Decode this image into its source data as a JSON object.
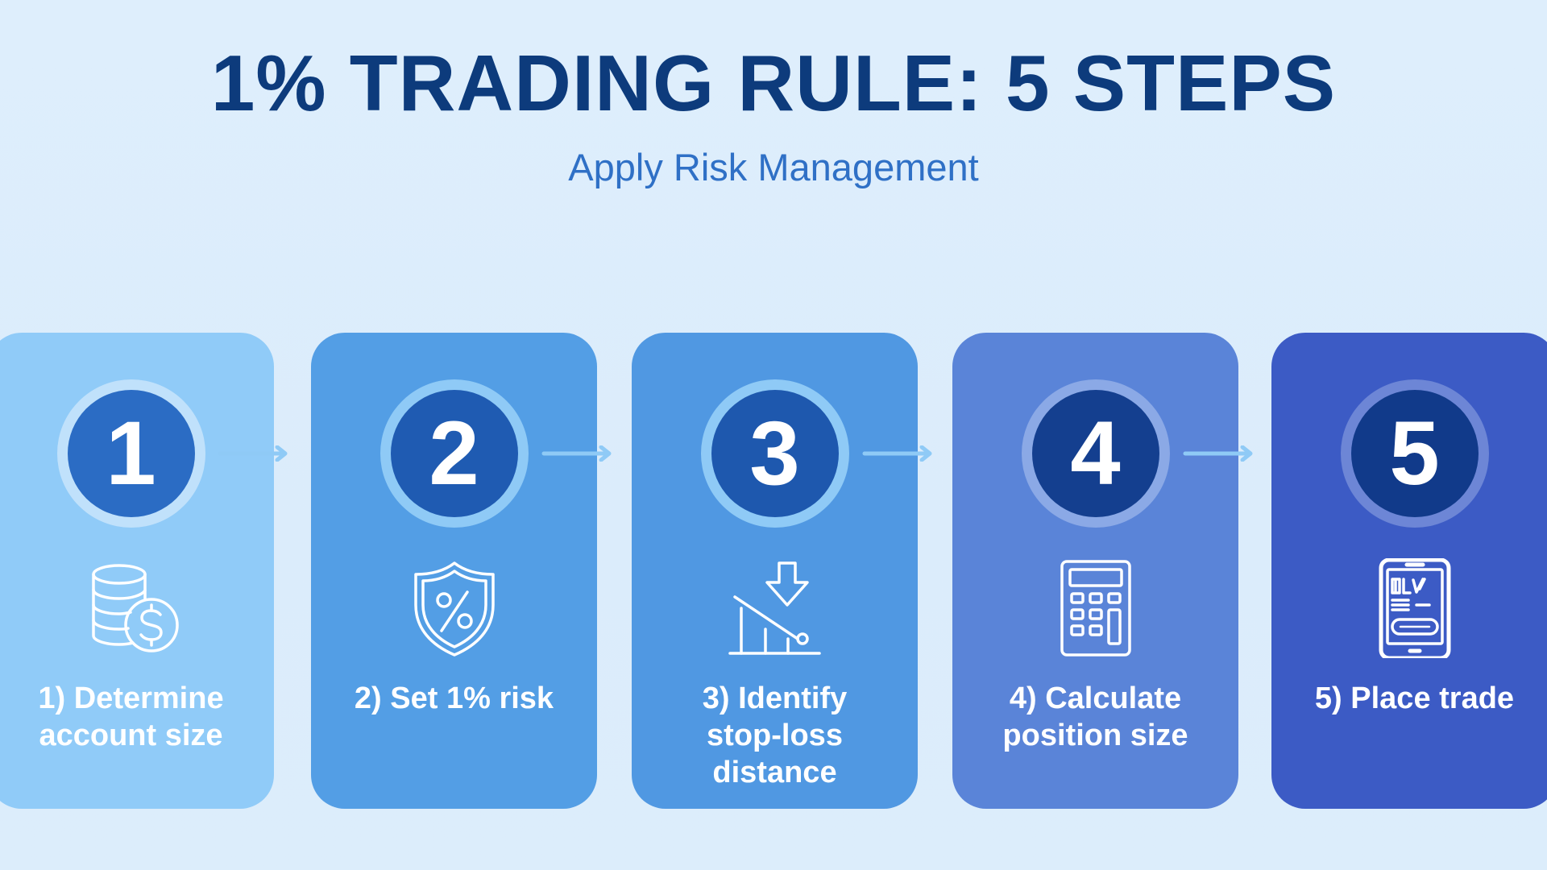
{
  "header": {
    "title": "1% TRADING RULE: 5 STEPS",
    "subtitle": "Apply Risk Management"
  },
  "colors": {
    "background": "#dcedfb",
    "title": "#0d3b7c",
    "subtitle": "#2f70c6",
    "arrow": "#8fcaf6"
  },
  "steps": [
    {
      "number": "1",
      "label_line1": "1) Determine",
      "label_line2": "account size",
      "label_line3": "",
      "icon": "coins-dollar-icon",
      "card_color": "#90cbf8",
      "circle_color": "#2b6cc4",
      "ring_color": "#c0e1fb"
    },
    {
      "number": "2",
      "label_line1": "2) Set 1% risk",
      "label_line2": "",
      "label_line3": "",
      "icon": "shield-percent-icon",
      "card_color": "#539ee5",
      "circle_color": "#1f5bb2",
      "ring_color": "#8fcaf6"
    },
    {
      "number": "3",
      "label_line1": "3) Identify",
      "label_line2": "stop-loss",
      "label_line3": "distance",
      "icon": "downtrend-stop-loss-icon",
      "card_color": "#5098e2",
      "circle_color": "#1e58ae",
      "ring_color": "#8fcaf6"
    },
    {
      "number": "4",
      "label_line1": "4) Calculate",
      "label_line2": "position size",
      "label_line3": "",
      "icon": "calculator-icon",
      "card_color": "#5a84d8",
      "circle_color": "#143f8f",
      "ring_color": "#8ba9e6"
    },
    {
      "number": "5",
      "label_line1": "5) Place trade",
      "label_line2": "",
      "label_line3": "",
      "icon": "smartphone-trade-icon",
      "card_color": "#3c5bc5",
      "circle_color": "#113a8a",
      "ring_color": "#6d86d6"
    }
  ]
}
